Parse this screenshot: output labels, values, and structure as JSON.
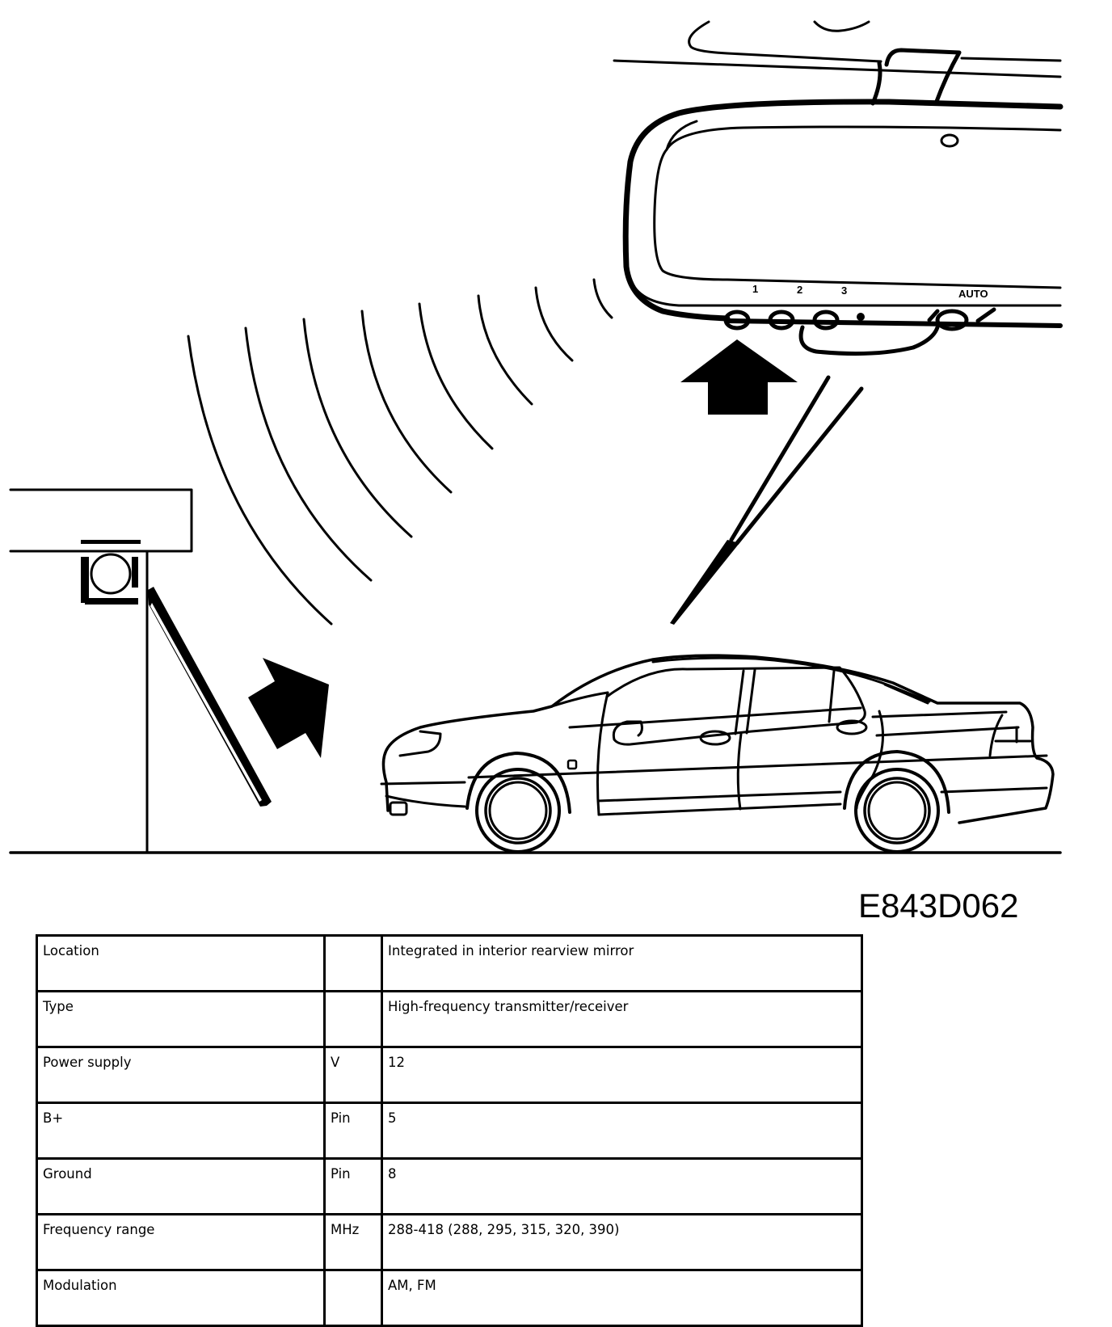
{
  "figure": {
    "id": "E843D062",
    "mirror_buttons": [
      {
        "label": "1"
      },
      {
        "label": "2"
      },
      {
        "label": "3"
      },
      {
        "label": "AUTO"
      }
    ],
    "icons": [
      "garage-door-icon",
      "garage-opener-unit-icon",
      "radio-wave-icon",
      "arrow-up-right-icon",
      "arrow-up-icon",
      "rearview-mirror-icon",
      "car-icon",
      "ground-line"
    ]
  },
  "spec_table": {
    "rows": [
      {
        "parameter": "Location",
        "unit": "",
        "value": "Integrated in interior rearview mirror"
      },
      {
        "parameter": "Type",
        "unit": "",
        "value": "High-frequency transmitter/receiver"
      },
      {
        "parameter": "Power supply",
        "unit": "V",
        "value": "12"
      },
      {
        "parameter": "B+",
        "unit": "Pin",
        "value": "5"
      },
      {
        "parameter": "Ground",
        "unit": "Pin",
        "value": "8"
      },
      {
        "parameter": "Frequency range",
        "unit": "MHz",
        "value": "288-418 (288, 295, 315, 320, 390)"
      },
      {
        "parameter": "Modulation",
        "unit": "",
        "value": "AM, FM"
      }
    ]
  }
}
